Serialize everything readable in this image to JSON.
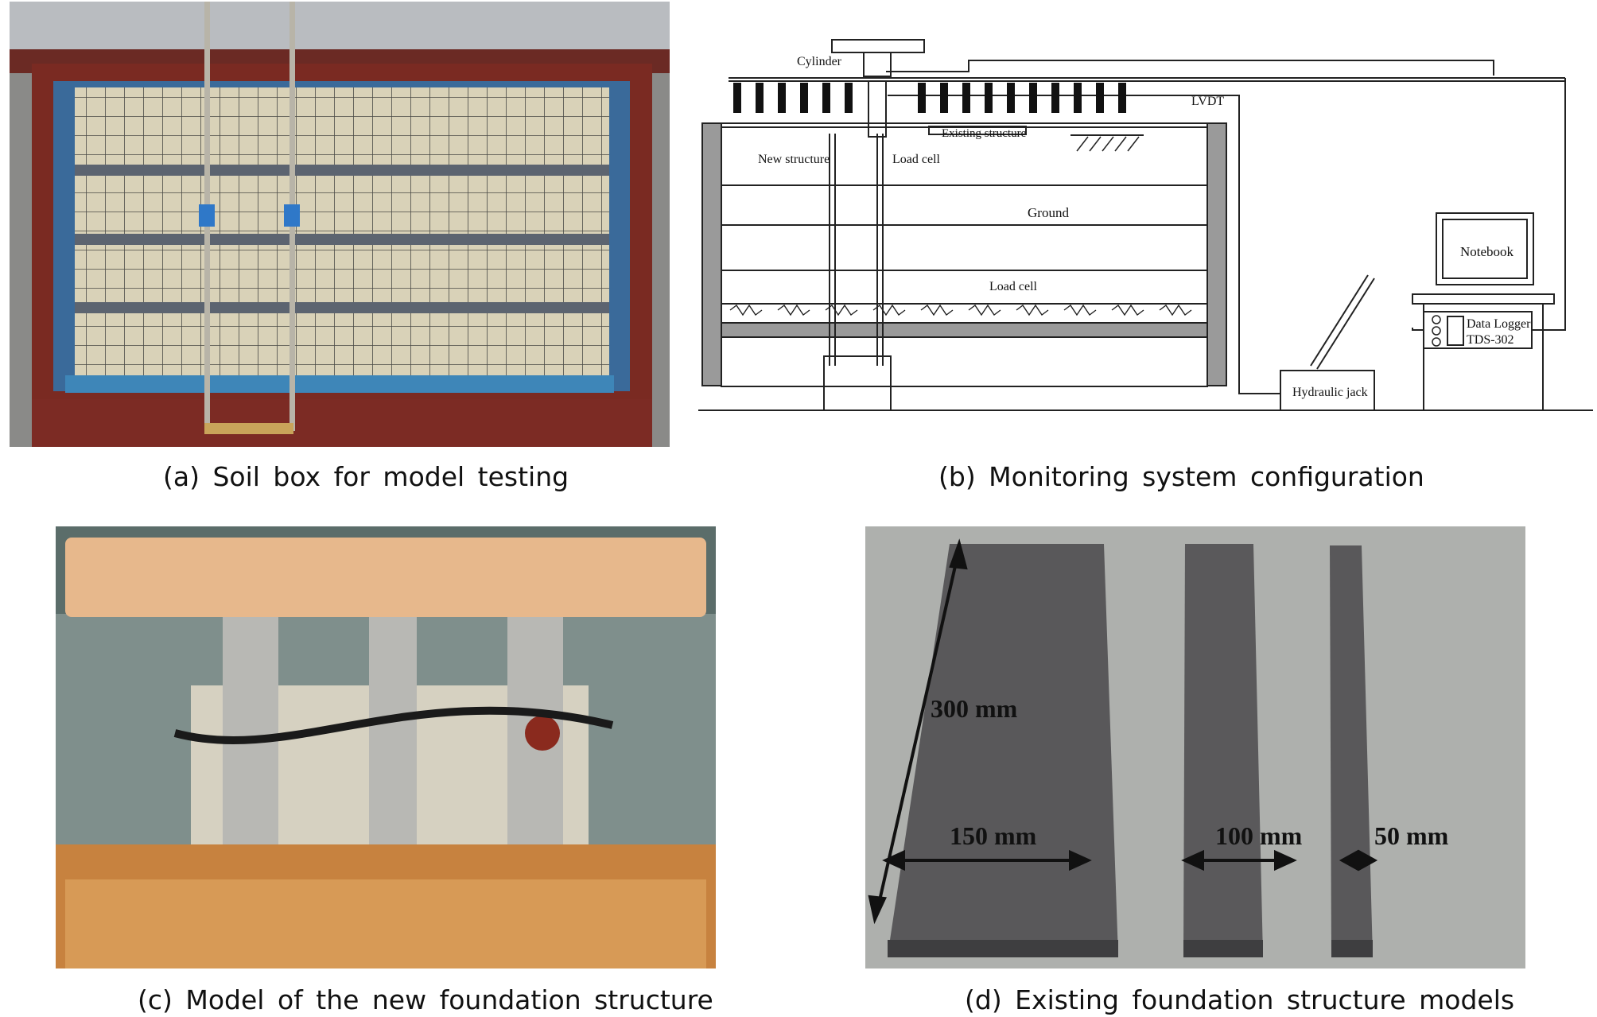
{
  "panels": {
    "a": {
      "caption": "(a) Soil box for model testing"
    },
    "b": {
      "caption": "(b) Monitoring system configuration",
      "labels": {
        "cylinder": "Cylinder",
        "lvdt": "LVDT",
        "existing_structure": "Existing structure",
        "new_structure": "New structure",
        "load_cell_top": "Load cell",
        "ground": "Ground",
        "load_cell_bottom": "Load cell",
        "notebook": "Notebook",
        "data_logger": "Data Logger",
        "data_logger_model": "TDS-302",
        "hydraulic_jack": "Hydraulic jack"
      }
    },
    "c": {
      "caption": "(c) Model of the new foundation structure"
    },
    "d": {
      "caption": "(d) Existing foundation structure models",
      "dims": {
        "length": "300 mm",
        "wide": "150 mm",
        "medium": "100 mm",
        "narrow": "50 mm"
      }
    }
  }
}
